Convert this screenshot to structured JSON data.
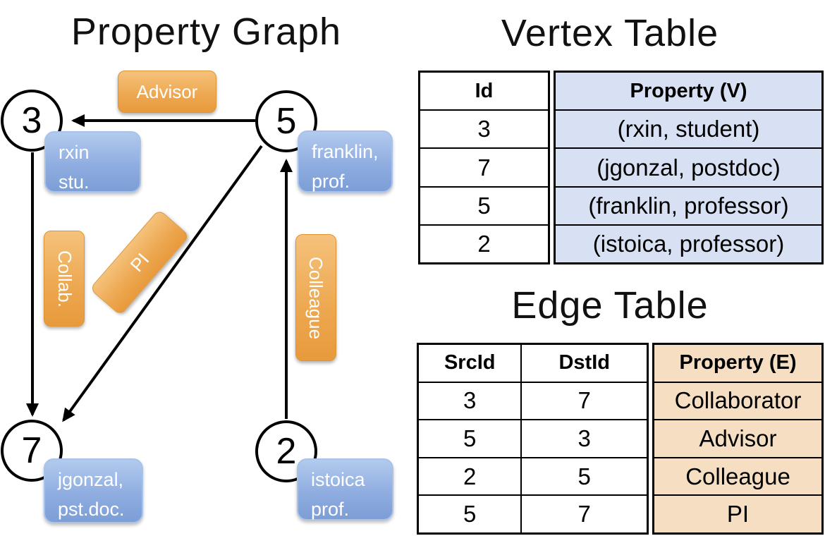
{
  "left": {
    "title": "Property Graph",
    "graph": {
      "nodes": [
        {
          "id": "3",
          "props": [
            "rxin",
            "stu."
          ]
        },
        {
          "id": "5",
          "props": [
            "franklin,",
            "prof."
          ]
        },
        {
          "id": "7",
          "props": [
            "jgonzal,",
            "pst.doc."
          ]
        },
        {
          "id": "2",
          "props": [
            "istoica",
            "prof."
          ]
        }
      ],
      "edge_labels": [
        "Advisor",
        "Collab.",
        "PI",
        "Colleague"
      ],
      "edges": [
        {
          "src": "5",
          "dst": "3",
          "label": "Advisor"
        },
        {
          "src": "3",
          "dst": "7",
          "label": "Collab."
        },
        {
          "src": "5",
          "dst": "7",
          "label": "PI"
        },
        {
          "src": "2",
          "dst": "5",
          "label": "Colleague"
        }
      ]
    }
  },
  "vertex_table": {
    "title": "Vertex Table",
    "headers": {
      "id": "Id",
      "property": "Property (V)"
    },
    "rows": [
      {
        "id": "3",
        "property": "(rxin, student)"
      },
      {
        "id": "7",
        "property": "(jgonzal, postdoc)"
      },
      {
        "id": "5",
        "property": "(franklin, professor)"
      },
      {
        "id": "2",
        "property": "(istoica, professor)"
      }
    ]
  },
  "edge_table": {
    "title": "Edge Table",
    "headers": {
      "src": "SrcId",
      "dst": "DstId",
      "property": "Property (E)"
    },
    "rows": [
      {
        "src": "3",
        "dst": "7",
        "property": "Collaborator"
      },
      {
        "src": "5",
        "dst": "3",
        "property": "Advisor"
      },
      {
        "src": "2",
        "dst": "5",
        "property": "Colleague"
      },
      {
        "src": "5",
        "dst": "7",
        "property": "PI"
      }
    ]
  },
  "colors": {
    "vertex_property_bg": "#d8e1f3",
    "edge_property_bg": "#f5dec2",
    "node_box_blue": "#8fade0",
    "edge_label_orange": "#eda74f"
  }
}
